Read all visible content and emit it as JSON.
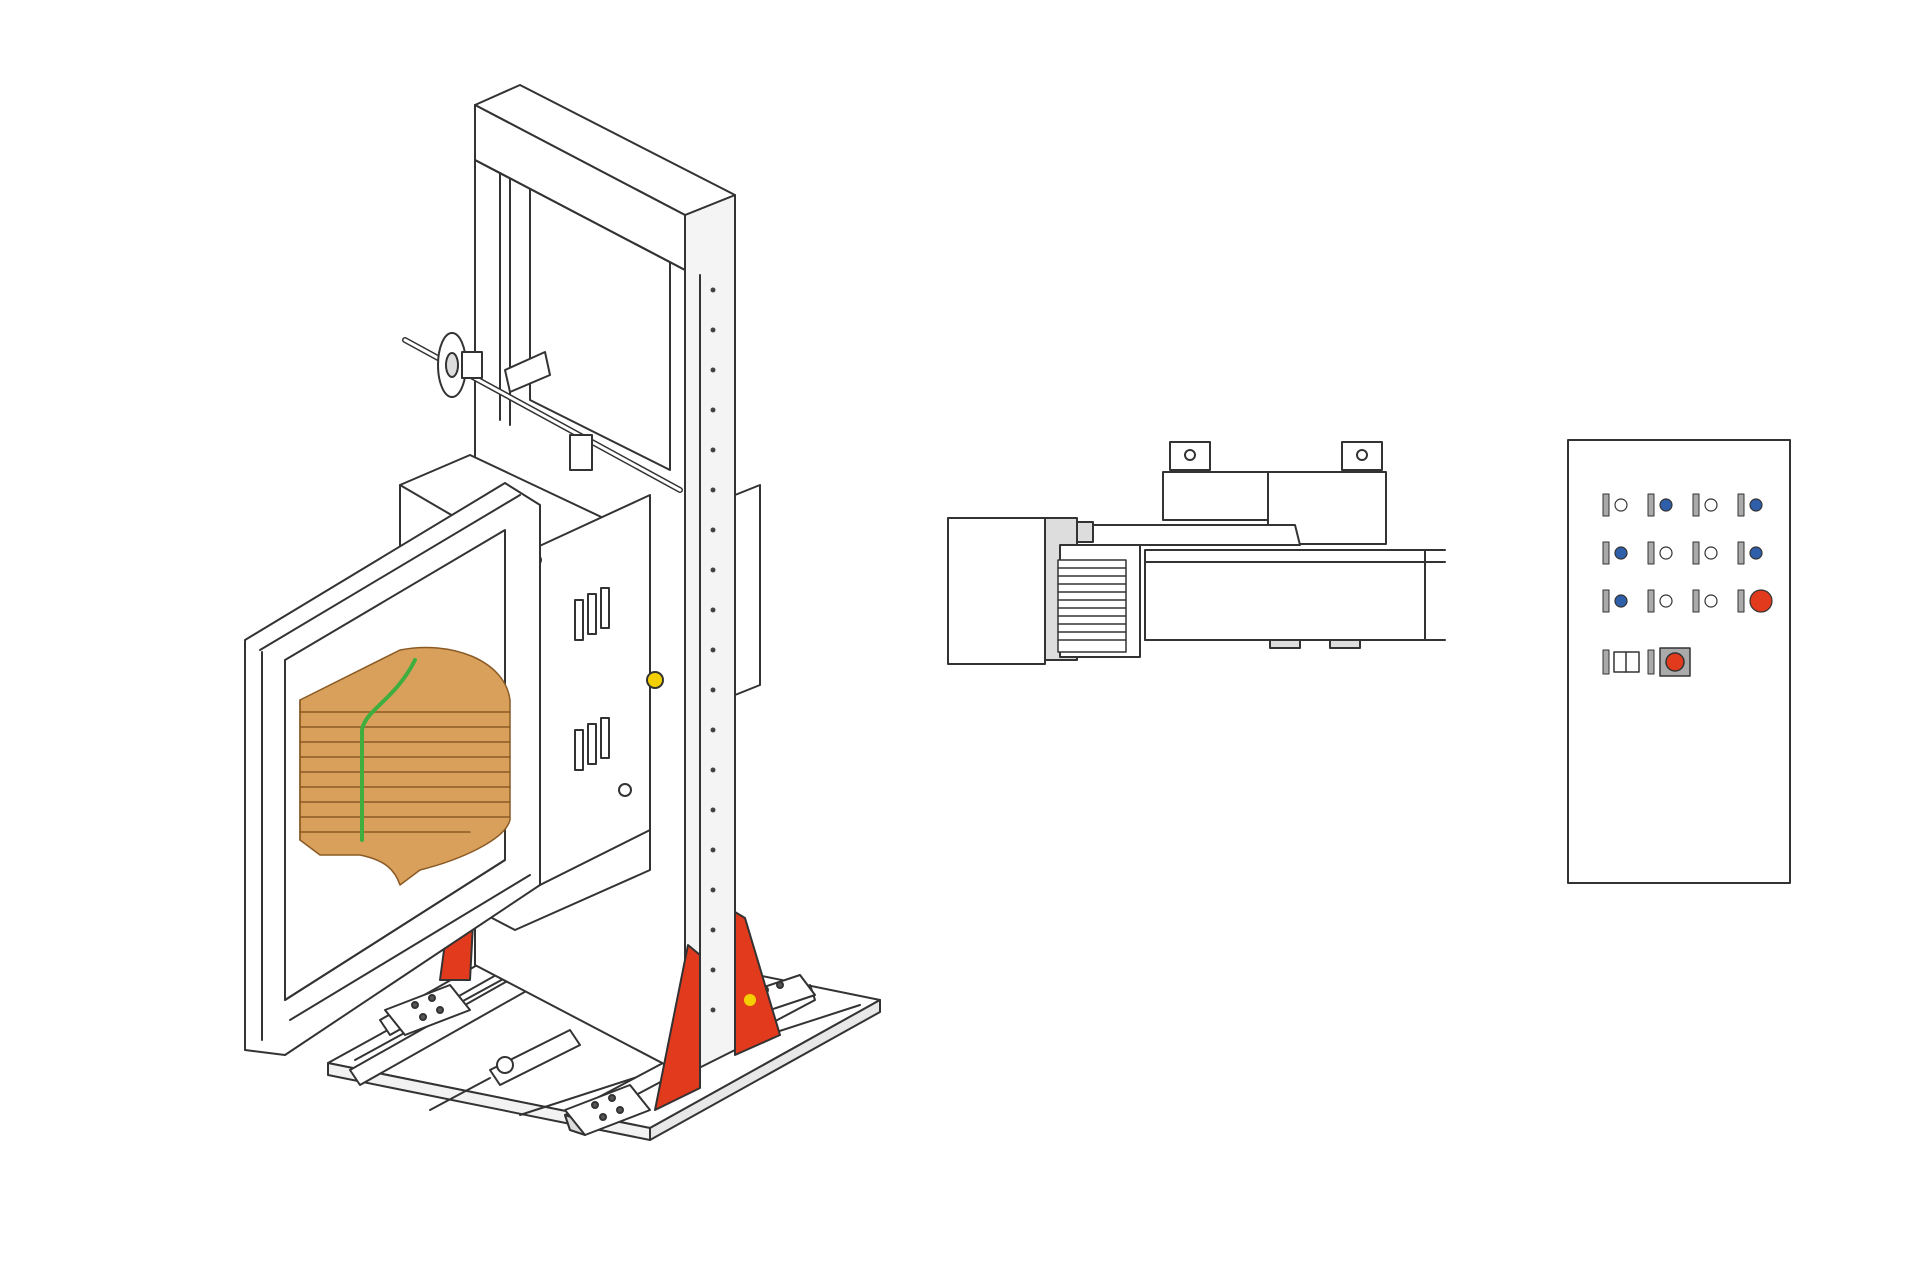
{
  "colors": {
    "line": "#333333",
    "panel": "#ffffff",
    "panel_shade": "#f2f2f2",
    "bracket_red": "#e23a1c",
    "pipe_stack": "#d9a05b",
    "pipe_stack_edge": "#8a5a25",
    "strap_green": "#3fae3f",
    "warning_yellow": "#f4d000",
    "indicator_blue": "#2f5fa8",
    "indicator_white": "#ffffff",
    "stop_red": "#e23a1c"
  },
  "views": {
    "isometric": "strapping-machine-isometric",
    "top": "strapping-machine-top-view",
    "control_panel": "control-cabinet-front"
  },
  "control_panel": {
    "indicator_rows": [
      [
        "white",
        "blue",
        "white",
        "blue"
      ],
      [
        "blue",
        "white",
        "white",
        "blue"
      ],
      [
        "blue",
        "white",
        "white",
        "red-large"
      ]
    ],
    "bottom_controls": [
      "selector-switch",
      "emergency-stop-button"
    ]
  }
}
